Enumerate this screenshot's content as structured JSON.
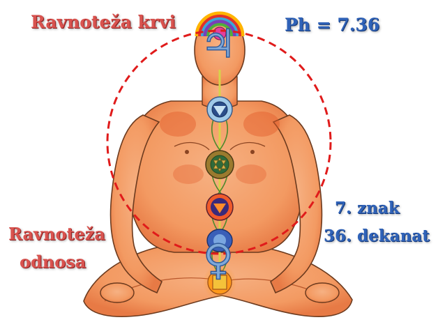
{
  "labels": {
    "title_left": "Ravnoteža krvi",
    "ph_value": "Ph = 7.36",
    "left_line1": "Ravnoteža",
    "left_line2": "odnosa",
    "right_line1": "7. znak",
    "right_line2": "36. dekanat"
  },
  "symbols": {
    "jupiter": "♃",
    "venus": "♀"
  },
  "colors": {
    "skin": "#f4a56e",
    "skin_shadow": "#e2693a",
    "outline": "#6b3a1e",
    "circle": "#e01b1b",
    "red_text": "#d9534f",
    "blue_text": "#2f62b8"
  },
  "icons": [
    "meditating-figure-illustration",
    "crown-chakra-icon",
    "third-eye-chakra-icon",
    "throat-chakra-icon",
    "heart-chakra-icon",
    "solar-plexus-chakra-icon",
    "sacral-chakra-icon",
    "root-chakra-icon",
    "jupiter-symbol-icon",
    "venus-symbol-icon",
    "dashed-circle-outline"
  ]
}
